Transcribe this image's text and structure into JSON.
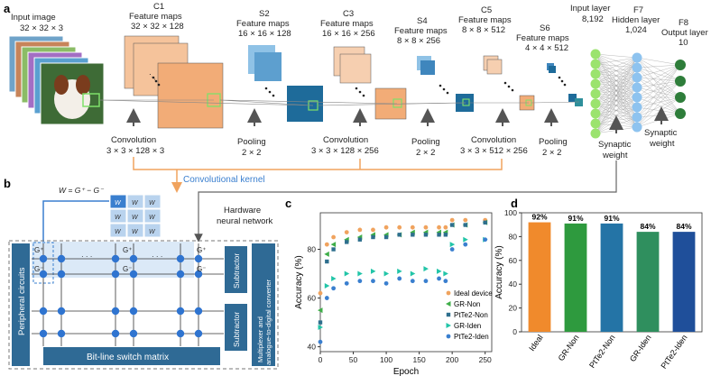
{
  "panel_letters": {
    "a": "a",
    "b": "b",
    "c": "c",
    "d": "d"
  },
  "panel_a": {
    "input_image": "Input image",
    "input_dims": "32 × 32 × 3",
    "c1_title": "C1",
    "c1_sub": "Feature maps",
    "c1_dims": "32 × 32 × 128",
    "s2_title": "S2",
    "s2_sub": "Feature maps",
    "s2_dims": "16 × 16 × 128",
    "c3_title": "C3",
    "c3_sub": "Feature maps",
    "c3_dims": "16 × 16 × 256",
    "s4_title": "S4",
    "s4_sub": "Feature maps",
    "s4_dims": "8 × 8 × 256",
    "c5_title": "C5",
    "c5_sub": "Feature maps",
    "c5_dims": "8 × 8 × 512",
    "s6_title": "S6",
    "s6_sub": "Feature maps",
    "s6_dims": "4 × 4 × 512",
    "input_layer": "Input layer",
    "input_layer_n": "8,192",
    "f7_title": "F7",
    "f7_sub": "Hidden layer",
    "f7_n": "1,024",
    "f8_title": "F8",
    "f8_sub": "Output layer",
    "f8_n": "10",
    "conv1": "Convolution",
    "conv1_dims": "3 × 3 × 128 × 3",
    "pool1": "Pooling",
    "pool1_dims": "2 × 2",
    "conv2": "Convolution",
    "conv2_dims": "3 × 3 × 128 × 256",
    "pool2": "Pooling",
    "pool2_dims": "2 × 2",
    "conv3": "Convolution",
    "conv3_dims": "3 × 3 × 512 × 256",
    "pool3": "Pooling",
    "pool3_dims": "2 × 2",
    "syn1": "Synaptic",
    "syn1b": "weight",
    "syn2": "Synaptic",
    "syn2b": "weight",
    "conv_kernel": "Convolutional kernel"
  },
  "panel_b": {
    "equation": "W = G⁺ − G⁻",
    "hardware": "Hardware",
    "hardware2": "neural network",
    "peripheral": "Peripheral circuits",
    "subtractor": "Subtractor",
    "mux": "Multiplexer and",
    "adc": "analogue-to-digital converter",
    "bitline": "Bit-line switch matrix",
    "g_labels": [
      "G⁺",
      "G⁻",
      "G⁺",
      "G⁻",
      "G⁺",
      "G⁻"
    ],
    "dots": "· · ·"
  },
  "colors": {
    "orange": "#f0a35e",
    "teal": "#2e6f8e",
    "blue": "#3a7fcf",
    "green": "#3fae49",
    "cyan": "#22c5a8",
    "kernel_blue": "#3a7fcf"
  },
  "chart_data": [
    {
      "type": "scatter",
      "title": "",
      "xlabel": "Epoch",
      "ylabel": "Accuracy (%)",
      "xlim": [
        0,
        260
      ],
      "ylim": [
        38,
        95
      ],
      "xticks": [
        "0",
        "50",
        "100",
        "150",
        "200",
        "250"
      ],
      "yticks": [
        "40",
        "60",
        "80"
      ],
      "legend_position": "bottom-right",
      "series": [
        {
          "name": "Ideal device",
          "color": "#f0a35e",
          "marker": "circle",
          "x": [
            0,
            10,
            20,
            40,
            60,
            80,
            100,
            120,
            140,
            160,
            180,
            190,
            200,
            220,
            250
          ],
          "y": [
            62,
            82,
            85,
            87,
            88,
            88,
            89,
            89,
            89,
            89,
            89,
            89,
            92,
            92,
            92
          ]
        },
        {
          "name": "GR-Non",
          "color": "#3fae49",
          "marker": "triangle-left",
          "x": [
            0,
            10,
            20,
            40,
            60,
            80,
            100,
            120,
            140,
            160,
            180,
            190,
            200,
            220,
            250
          ],
          "y": [
            55,
            78,
            82,
            84,
            85,
            86,
            86,
            86,
            87,
            87,
            87,
            87,
            90,
            90,
            91
          ]
        },
        {
          "name": "PtTe2-Non",
          "color": "#2e6f8e",
          "marker": "square",
          "x": [
            0,
            10,
            20,
            40,
            60,
            80,
            100,
            120,
            140,
            160,
            180,
            190,
            200,
            220,
            250
          ],
          "y": [
            50,
            75,
            80,
            83,
            84,
            85,
            85,
            86,
            86,
            86,
            86,
            86,
            90,
            90,
            91
          ]
        },
        {
          "name": "GR-Iden",
          "color": "#22c5a8",
          "marker": "triangle-right",
          "x": [
            0,
            10,
            20,
            40,
            60,
            80,
            100,
            120,
            140,
            160,
            180,
            190,
            200,
            220,
            250
          ],
          "y": [
            48,
            65,
            68,
            70,
            70,
            71,
            70,
            71,
            70,
            72,
            71,
            70,
            82,
            84,
            84
          ]
        },
        {
          "name": "PtTe2-Iden",
          "color": "#3a7fcf",
          "marker": "circle",
          "x": [
            0,
            10,
            20,
            40,
            60,
            80,
            100,
            120,
            140,
            160,
            180,
            190,
            200,
            220,
            250
          ],
          "y": [
            42,
            60,
            64,
            66,
            67,
            67,
            66,
            68,
            67,
            67,
            68,
            67,
            80,
            82,
            84
          ]
        }
      ]
    },
    {
      "type": "bar",
      "title": "",
      "xlabel": "",
      "ylabel": "Accuracy (%)",
      "ylim": [
        0,
        100
      ],
      "yticks": [
        "0",
        "20",
        "40",
        "60",
        "80",
        "100"
      ],
      "categories": [
        "Ideal",
        "GR-Non",
        "PtTe2-Non",
        "GR-Iden",
        "PtTe2-Iden"
      ],
      "values": [
        92,
        91,
        91,
        84,
        84
      ],
      "data_labels": [
        "92%",
        "91%",
        "91%",
        "84%",
        "84%"
      ],
      "colors": [
        "#f08a2c",
        "#2e9a3e",
        "#2474a6",
        "#2f8f5e",
        "#1f4f9a"
      ]
    }
  ]
}
